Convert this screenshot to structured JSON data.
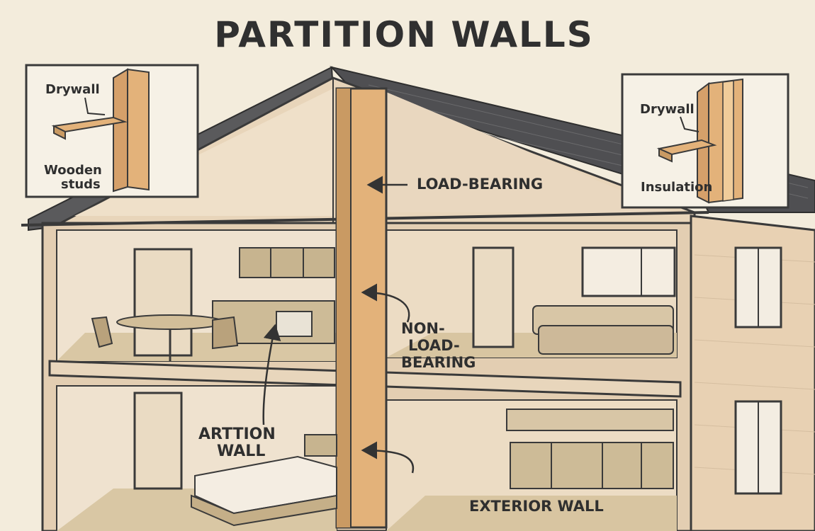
{
  "title": "PARTITION WALLS",
  "inset_left": {
    "top_label": "Drywall",
    "bottom_label_line1": "Wooden",
    "bottom_label_line2": "studs"
  },
  "inset_right": {
    "top_label": "Drywall",
    "bottom_label": "Insulation"
  },
  "labels": {
    "load_bearing": "LOAD-BEARING",
    "non_load_line1": "NON-",
    "non_load_line2": "LOAD-",
    "non_load_line3": "BEARING",
    "partition_line1": "ARTTION",
    "partition_line2": "WALL",
    "exterior": "EXTERIOR WALL"
  },
  "colors": {
    "wall": "#e3ceb2",
    "interior": "#efe2cf",
    "floor": "#d9c7a4",
    "stud": "#e3b27a",
    "roof": "#4f4f52",
    "outline": "#3a3a3a"
  }
}
